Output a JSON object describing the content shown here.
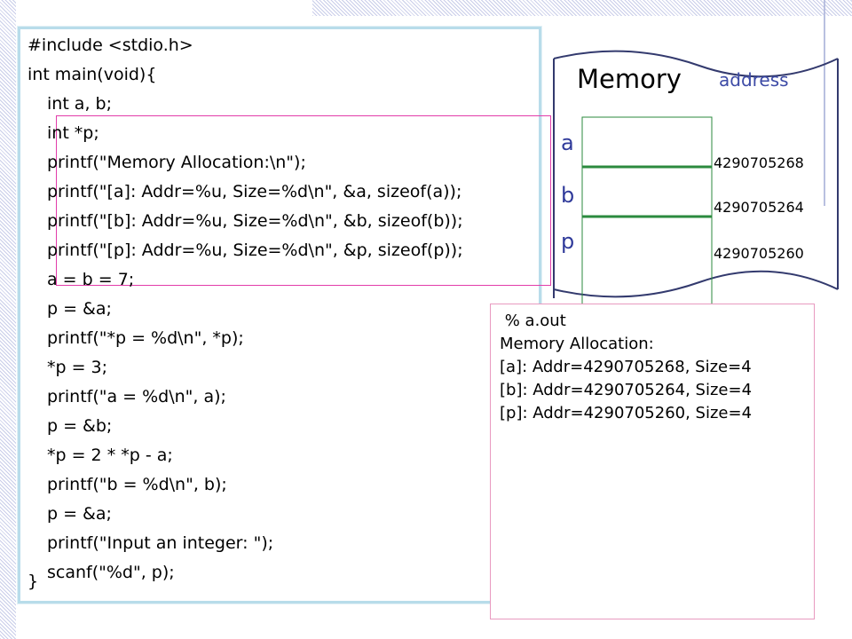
{
  "code": {
    "lines": [
      "#include <stdio.h>",
      "int main(void){",
      "int a, b;",
      "int *p;",
      "printf(\"Memory Allocation:\\n\");",
      "printf(\"[a]: Addr=%u, Size=%d\\n\", &a, sizeof(a));",
      "printf(\"[b]: Addr=%u, Size=%d\\n\", &b, sizeof(b));",
      "printf(\"[p]: Addr=%u, Size=%d\\n\", &p, sizeof(p));",
      "a = b = 7;",
      "p = &a;",
      "printf(\"*p = %d\\n\", *p);",
      "*p = 3;",
      "printf(\"a = %d\\n\", a);",
      "p = &b;",
      "*p = 2 * *p - a;",
      "printf(\"b = %d\\n\", b);",
      "p = &a;",
      "printf(\"Input an integer: \");",
      "scanf(\"%d\", p);",
      "}"
    ]
  },
  "memory": {
    "title": "Memory",
    "address_header": "address",
    "cells": [
      {
        "var": "a",
        "address": "4290705268"
      },
      {
        "var": "b",
        "address": "4290705264"
      },
      {
        "var": "p",
        "address": "4290705260"
      }
    ]
  },
  "output": {
    "lines": [
      " % a.out",
      "Memory Allocation:",
      "[a]: Addr=4290705268, Size=4",
      "[b]: Addr=4290705264, Size=4",
      "[p]: Addr=4290705260, Size=4"
    ]
  },
  "colors": {
    "code_border": "#b8dcea",
    "highlight_border": "#e23caa",
    "memory_border": "#2b8a3e",
    "label_blue": "#2f3a9a",
    "output_border": "#e89ac0"
  }
}
